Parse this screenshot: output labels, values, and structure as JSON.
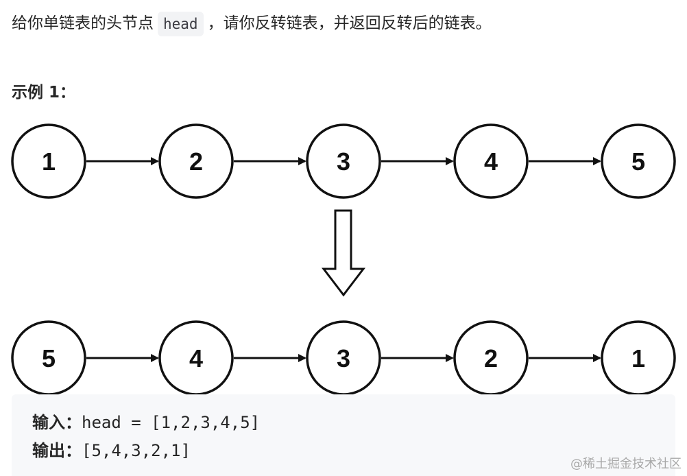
{
  "problem": {
    "desc_before": "给你单链表的头节点",
    "code_head": "head",
    "desc_after": "，请你反转链表，并返回反转后的链表。"
  },
  "example": {
    "title": "示例 1："
  },
  "diagram": {
    "original_list": [
      "1",
      "2",
      "3",
      "4",
      "5"
    ],
    "reversed_list": [
      "5",
      "4",
      "3",
      "2",
      "1"
    ]
  },
  "io": {
    "input_label": "输入：",
    "input_value": "head = [1,2,3,4,5]",
    "output_label": "输出：",
    "output_value": "[5,4,3,2,1]"
  },
  "watermark": "@稀土掘金技术社区"
}
